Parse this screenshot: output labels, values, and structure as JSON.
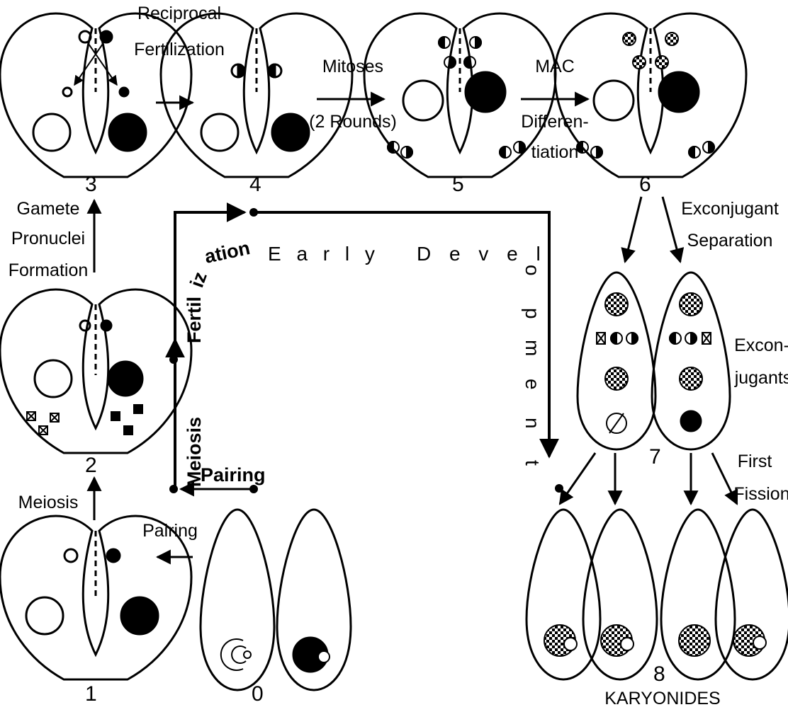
{
  "stages": {
    "s0": "0",
    "s1": "1",
    "s2": "2",
    "s3": "3",
    "s4": "4",
    "s5": "5",
    "s6": "6",
    "s7": "7",
    "s8": "8"
  },
  "labels": {
    "reciprocal_1": "Reciprocal",
    "reciprocal_2": "Fertilization",
    "mitoses": "Mitoses",
    "two_rounds": "(2 Rounds)",
    "mac": "MAC",
    "differen": "Differen-",
    "tiation": "tiation",
    "gamete": "Gamete",
    "pronuclei": "Pronuclei",
    "formation": "Formation",
    "exconjugant": "Exconjugant",
    "separation": "Separation",
    "excon": "Excon-",
    "jugants": "jugants",
    "first": "First",
    "fission": "Fission",
    "meiosis": "Meiosis",
    "pairing": "Pairing",
    "karyonides": "KARYONIDES"
  },
  "timeline": {
    "pairing": "Pairing",
    "meiosis": "Meiosis",
    "fertil": "Fertil",
    "iz": "iz",
    "ation": "ation",
    "early": "E a r l y",
    "devel": "D e v e l",
    "o": "o",
    "p": "p",
    "m": "m",
    "e": "e",
    "n": "n",
    "t": "t"
  },
  "colors": {
    "ink": "#000000",
    "paper": "#ffffff"
  }
}
